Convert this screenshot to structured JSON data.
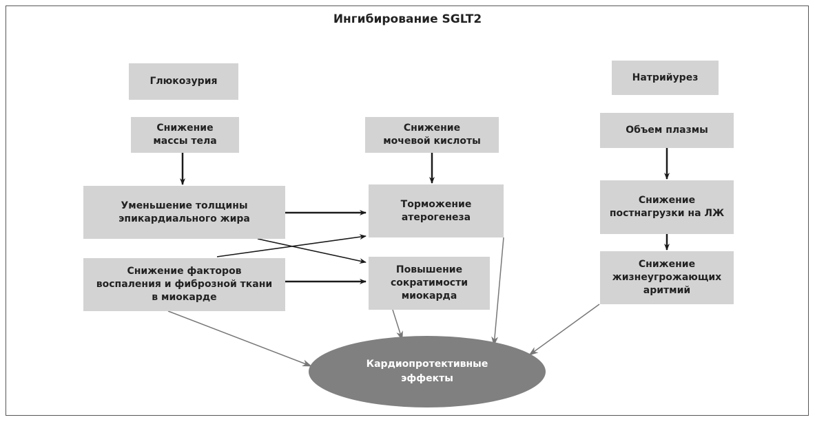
{
  "title": "Ингибирование SGLT2",
  "boxes": {
    "glucosuria": "Глюкозурия",
    "weight": "Снижение\nмассы тела",
    "uric": "Снижение\nмочевой кислоты",
    "natriuresis": "Натрийурез",
    "plasma": "Объем плазмы",
    "epicardial": "Уменьшение толщины\nэпикардиального жира",
    "atherogenesis": "Торможение\nатерогенеза",
    "inflammation": "Снижение факторов\nвоспаления и фиброзной ткани\nв миокарде",
    "contractility": "Повышение\nсократимости\nмиокарда",
    "afterload": "Снижение\nпостнагрузки на ЛЖ",
    "arrhythmia": "Снижение\nжизнеугрожающих\nаритмий"
  },
  "outcome": "Кардиопротективные\nэффекты",
  "colors": {
    "box": "#d3d3d3",
    "ellipse": "#808080",
    "arrow_dark": "#1a1a1a",
    "arrow_grey": "#777777"
  }
}
